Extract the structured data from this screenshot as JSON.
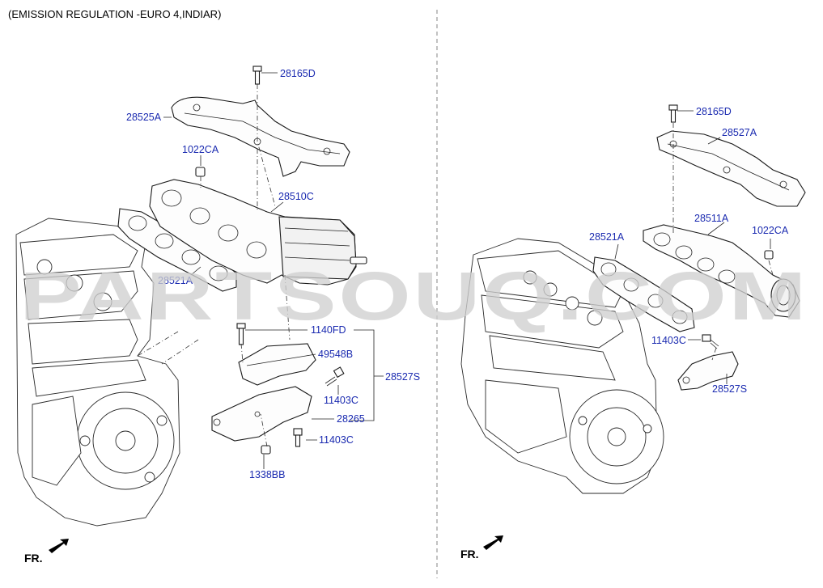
{
  "header": {
    "title": "(EMISSION REGULATION -EURO 4,INDIAR)"
  },
  "watermark": {
    "text": "PARTSOUQ.COM"
  },
  "left_view": {
    "direction_label": "FR.",
    "parts": {
      "p28165D": "28165D",
      "p28525A": "28525A",
      "p1022CA": "1022CA",
      "p28510C": "28510C",
      "p28521A": "28521A",
      "p1140FD": "1140FD",
      "p49548B": "49548B",
      "p28527S": "28527S",
      "p11403C_a": "11403C",
      "p28265": "28265",
      "p11403C_b": "11403C",
      "p1338BB": "1338BB"
    }
  },
  "right_view": {
    "direction_label": "FR.",
    "parts": {
      "p28165D": "28165D",
      "p28527A": "28527A",
      "p28511A": "28511A",
      "p28521A": "28521A",
      "p1022CA": "1022CA",
      "p11403C": "11403C",
      "p28527S": "28527S"
    }
  }
}
